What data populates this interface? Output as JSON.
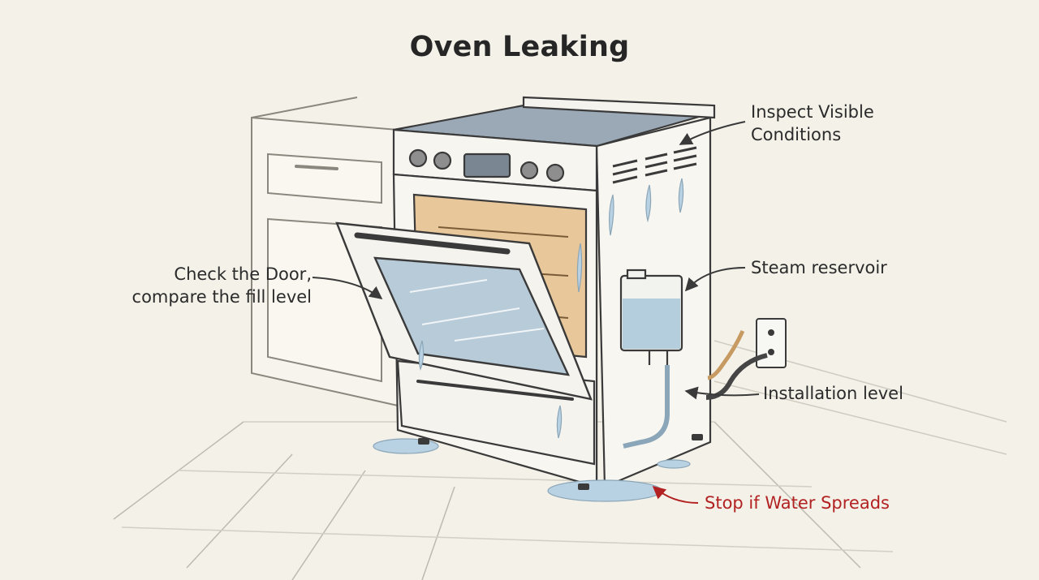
{
  "title": "Oven Leaking",
  "labels": {
    "inspect": [
      "Inspect Visible",
      "Conditions"
    ],
    "door": [
      "Check the Door,",
      "compare the fill level"
    ],
    "reservoir": "Steam reservoir",
    "installation": "Installation level",
    "stop": "Stop if Water Spreads"
  },
  "colors": {
    "background": "#f3f1e8",
    "line": "#3a3a3a",
    "water": "#b9d2e3",
    "oven_interior": "#e8c79a",
    "warning": "#b32222"
  }
}
